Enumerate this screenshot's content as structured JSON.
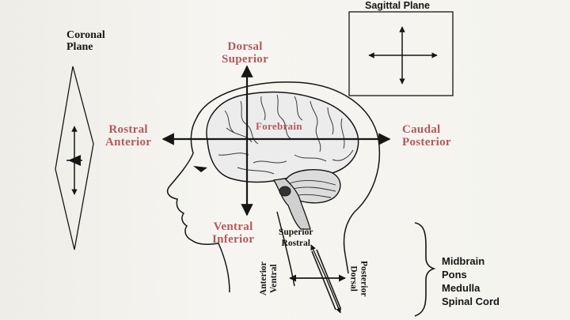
{
  "colors": {
    "direction_label": "#b5585a",
    "ink": "#161616"
  },
  "labels": {
    "coronal_plane": "Coronal Plane",
    "sagittal_plane": "Sagittal Plane",
    "dorsal": "Dorsal",
    "superior": "Superior",
    "rostral": "Rostral",
    "anterior": "Anterior",
    "caudal": "Caudal",
    "posterior": "Posterior",
    "ventral": "Ventral",
    "inferior": "Inferior",
    "forebrain": "Forebrain",
    "spinal_superior": "Superior",
    "spinal_rostral": "Rostral",
    "spinal_anterior": "Anterior",
    "spinal_ventral": "Ventral",
    "spinal_posterior": "Posterior",
    "spinal_dorsal": "Dorsal"
  },
  "brain_regions": [
    "Midbrain",
    "Pons",
    "Medulla",
    "Spinal Cord"
  ]
}
